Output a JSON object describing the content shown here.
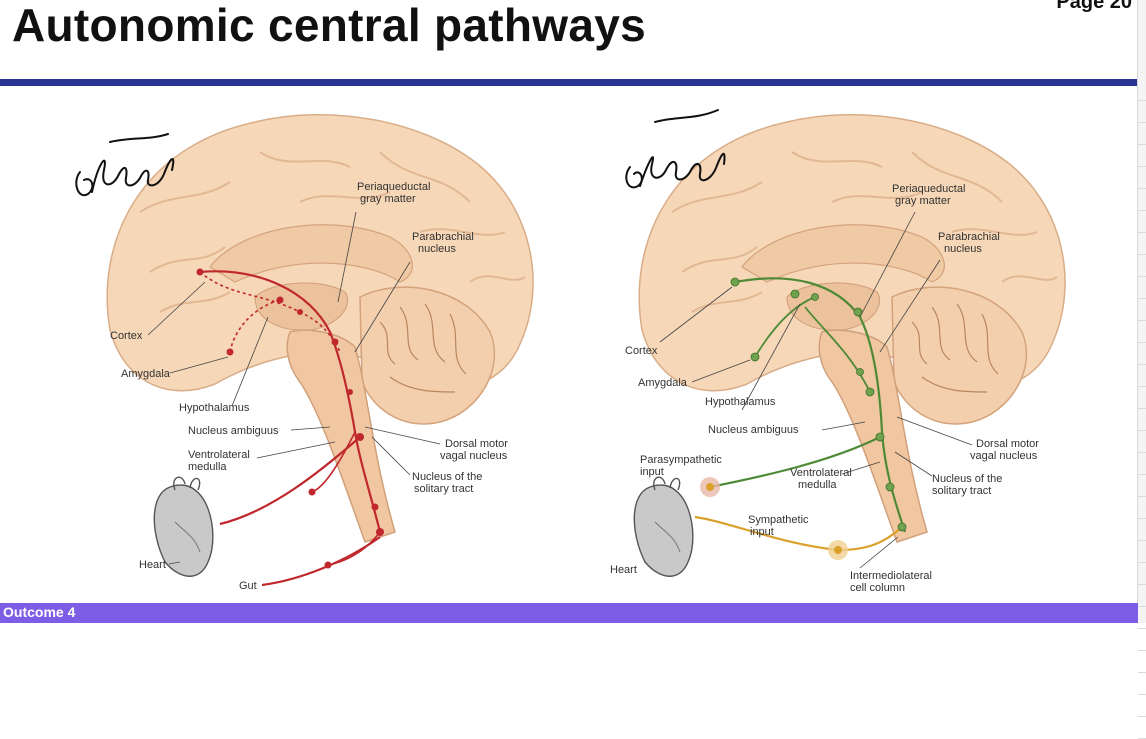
{
  "header": {
    "title": "Autonomic central pathways",
    "page_label": "Page 20"
  },
  "footer": {
    "label": "Outcome 4"
  },
  "colors": {
    "rule": "#283593",
    "footer": "#7d5ce6",
    "efferent": "#c0282d",
    "afferent": "#4e8a35",
    "sympathetic": "#d9a12a",
    "brain": "#f6d7b7"
  },
  "figures": {
    "efferent": {
      "handwritten": "efferent",
      "labels": {
        "periaqueductal": [
          "Periaqueductal",
          "gray matter"
        ],
        "parabrachial": [
          "Parabrachial",
          "nucleus"
        ],
        "cortex": "Cortex",
        "amygdala": "Amygdala",
        "hypothalamus": "Hypothalamus",
        "nucleus_ambiguus": "Nucleus ambiguus",
        "ventrolateral": [
          "Ventrolateral",
          "medulla"
        ],
        "dorsal_motor": [
          "Dorsal motor",
          "vagal nucleus"
        ],
        "solitary": [
          "Nucleus of the",
          "solitary tract"
        ],
        "heart": "Heart",
        "gut": "Gut"
      }
    },
    "afferent": {
      "handwritten": "afferent",
      "labels": {
        "periaqueductal": [
          "Periaqueductal",
          "gray matter"
        ],
        "parabrachial": [
          "Parabrachial",
          "nucleus"
        ],
        "cortex": "Cortex",
        "amygdala": "Amygdala",
        "hypothalamus": "Hypothalamus",
        "nucleus_ambiguus": "Nucleus ambiguus",
        "parasympathetic": [
          "Parasympathetic",
          "input"
        ],
        "ventrolateral": [
          "Ventrolateral",
          "medulla"
        ],
        "dorsal_motor": [
          "Dorsal motor",
          "vagal nucleus"
        ],
        "solitary": [
          "Nucleus of the",
          "solitary tract"
        ],
        "sympathetic": [
          "Sympathetic",
          "input"
        ],
        "heart": "Heart",
        "intermediolateral": [
          "Intermediolateral",
          "cell column"
        ]
      }
    }
  }
}
